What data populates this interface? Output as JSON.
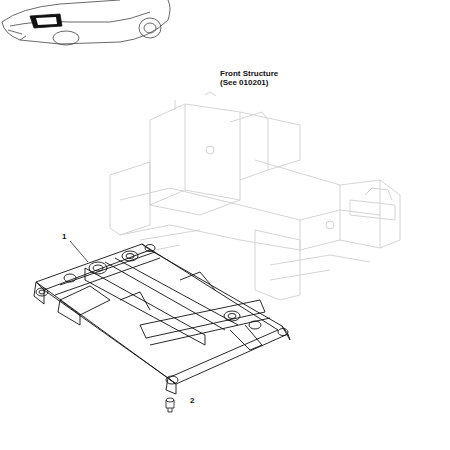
{
  "diagram": {
    "labels": [
      "Front Structure (See 010201)",
      "1",
      "2"
    ]
  }
}
